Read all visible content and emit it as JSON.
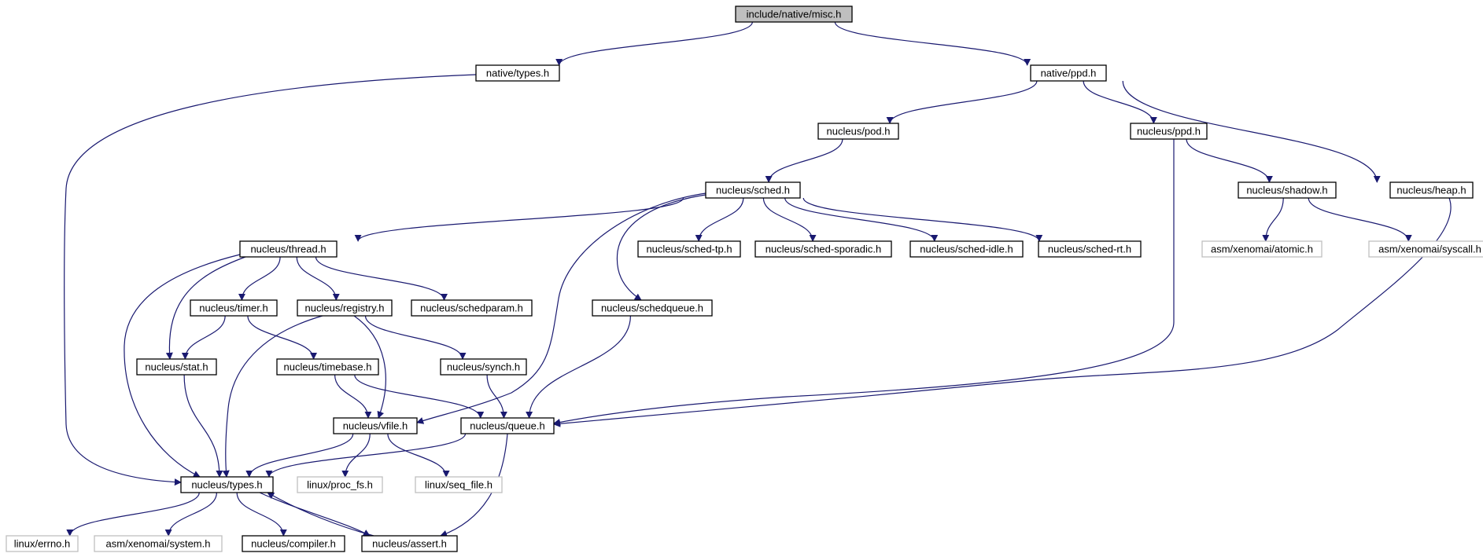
{
  "colors": {
    "edge": "#191970",
    "node_fill": "#ffffff",
    "node_border": "#000000",
    "node_border_external": "#bfbfbf",
    "root_fill": "#bfbfbf",
    "text": "#000000"
  },
  "nodes": {
    "misc": "include/native/misc.h",
    "ntypes": "native/types.h",
    "nppd": "native/ppd.h",
    "pod": "nucleus/pod.h",
    "ppd": "nucleus/ppd.h",
    "heap": "nucleus/heap.h",
    "sched": "nucleus/sched.h",
    "shadow": "nucleus/shadow.h",
    "atomic": "asm/xenomai/atomic.h",
    "syscall": "asm/xenomai/syscall.h",
    "thread": "nucleus/thread.h",
    "schedtp": "nucleus/sched-tp.h",
    "schedspor": "nucleus/sched-sporadic.h",
    "schedidle": "nucleus/sched-idle.h",
    "schedrt": "nucleus/sched-rt.h",
    "timer": "nucleus/timer.h",
    "registry": "nucleus/registry.h",
    "schedparam": "nucleus/schedparam.h",
    "schedqueue": "nucleus/schedqueue.h",
    "stat": "nucleus/stat.h",
    "timebase": "nucleus/timebase.h",
    "synch": "nucleus/synch.h",
    "vfile": "nucleus/vfile.h",
    "queue": "nucleus/queue.h",
    "types": "nucleus/types.h",
    "procfs": "linux/proc_fs.h",
    "seqfile": "linux/seq_file.h",
    "errno": "linux/errno.h",
    "system": "asm/xenomai/system.h",
    "compiler": "nucleus/compiler.h",
    "assert": "nucleus/assert.h"
  },
  "external_nodes": [
    "atomic",
    "syscall",
    "procfs",
    "seqfile",
    "errno",
    "system"
  ],
  "root_node": "misc",
  "edges": [
    [
      "misc",
      "ntypes"
    ],
    [
      "misc",
      "nppd"
    ],
    [
      "ntypes",
      "types"
    ],
    [
      "nppd",
      "pod"
    ],
    [
      "nppd",
      "ppd"
    ],
    [
      "nppd",
      "heap"
    ],
    [
      "pod",
      "sched"
    ],
    [
      "ppd",
      "shadow"
    ],
    [
      "ppd",
      "queue"
    ],
    [
      "heap",
      "queue"
    ],
    [
      "shadow",
      "atomic"
    ],
    [
      "shadow",
      "syscall"
    ],
    [
      "sched",
      "thread"
    ],
    [
      "sched",
      "schedtp"
    ],
    [
      "sched",
      "schedspor"
    ],
    [
      "sched",
      "schedidle"
    ],
    [
      "sched",
      "schedrt"
    ],
    [
      "sched",
      "vfile"
    ],
    [
      "sched",
      "schedqueue"
    ],
    [
      "thread",
      "timer"
    ],
    [
      "thread",
      "registry"
    ],
    [
      "thread",
      "schedparam"
    ],
    [
      "thread",
      "stat"
    ],
    [
      "thread",
      "types"
    ],
    [
      "timer",
      "stat"
    ],
    [
      "timer",
      "timebase"
    ],
    [
      "registry",
      "types"
    ],
    [
      "registry",
      "vfile"
    ],
    [
      "registry",
      "synch"
    ],
    [
      "schedqueue",
      "queue"
    ],
    [
      "stat",
      "types"
    ],
    [
      "timebase",
      "vfile"
    ],
    [
      "timebase",
      "queue"
    ],
    [
      "synch",
      "queue"
    ],
    [
      "vfile",
      "types"
    ],
    [
      "vfile",
      "procfs"
    ],
    [
      "vfile",
      "seqfile"
    ],
    [
      "queue",
      "types"
    ],
    [
      "queue",
      "assert"
    ],
    [
      "types",
      "errno"
    ],
    [
      "types",
      "system"
    ],
    [
      "types",
      "compiler"
    ],
    [
      "types",
      "assert"
    ],
    [
      "assert",
      "types"
    ]
  ]
}
